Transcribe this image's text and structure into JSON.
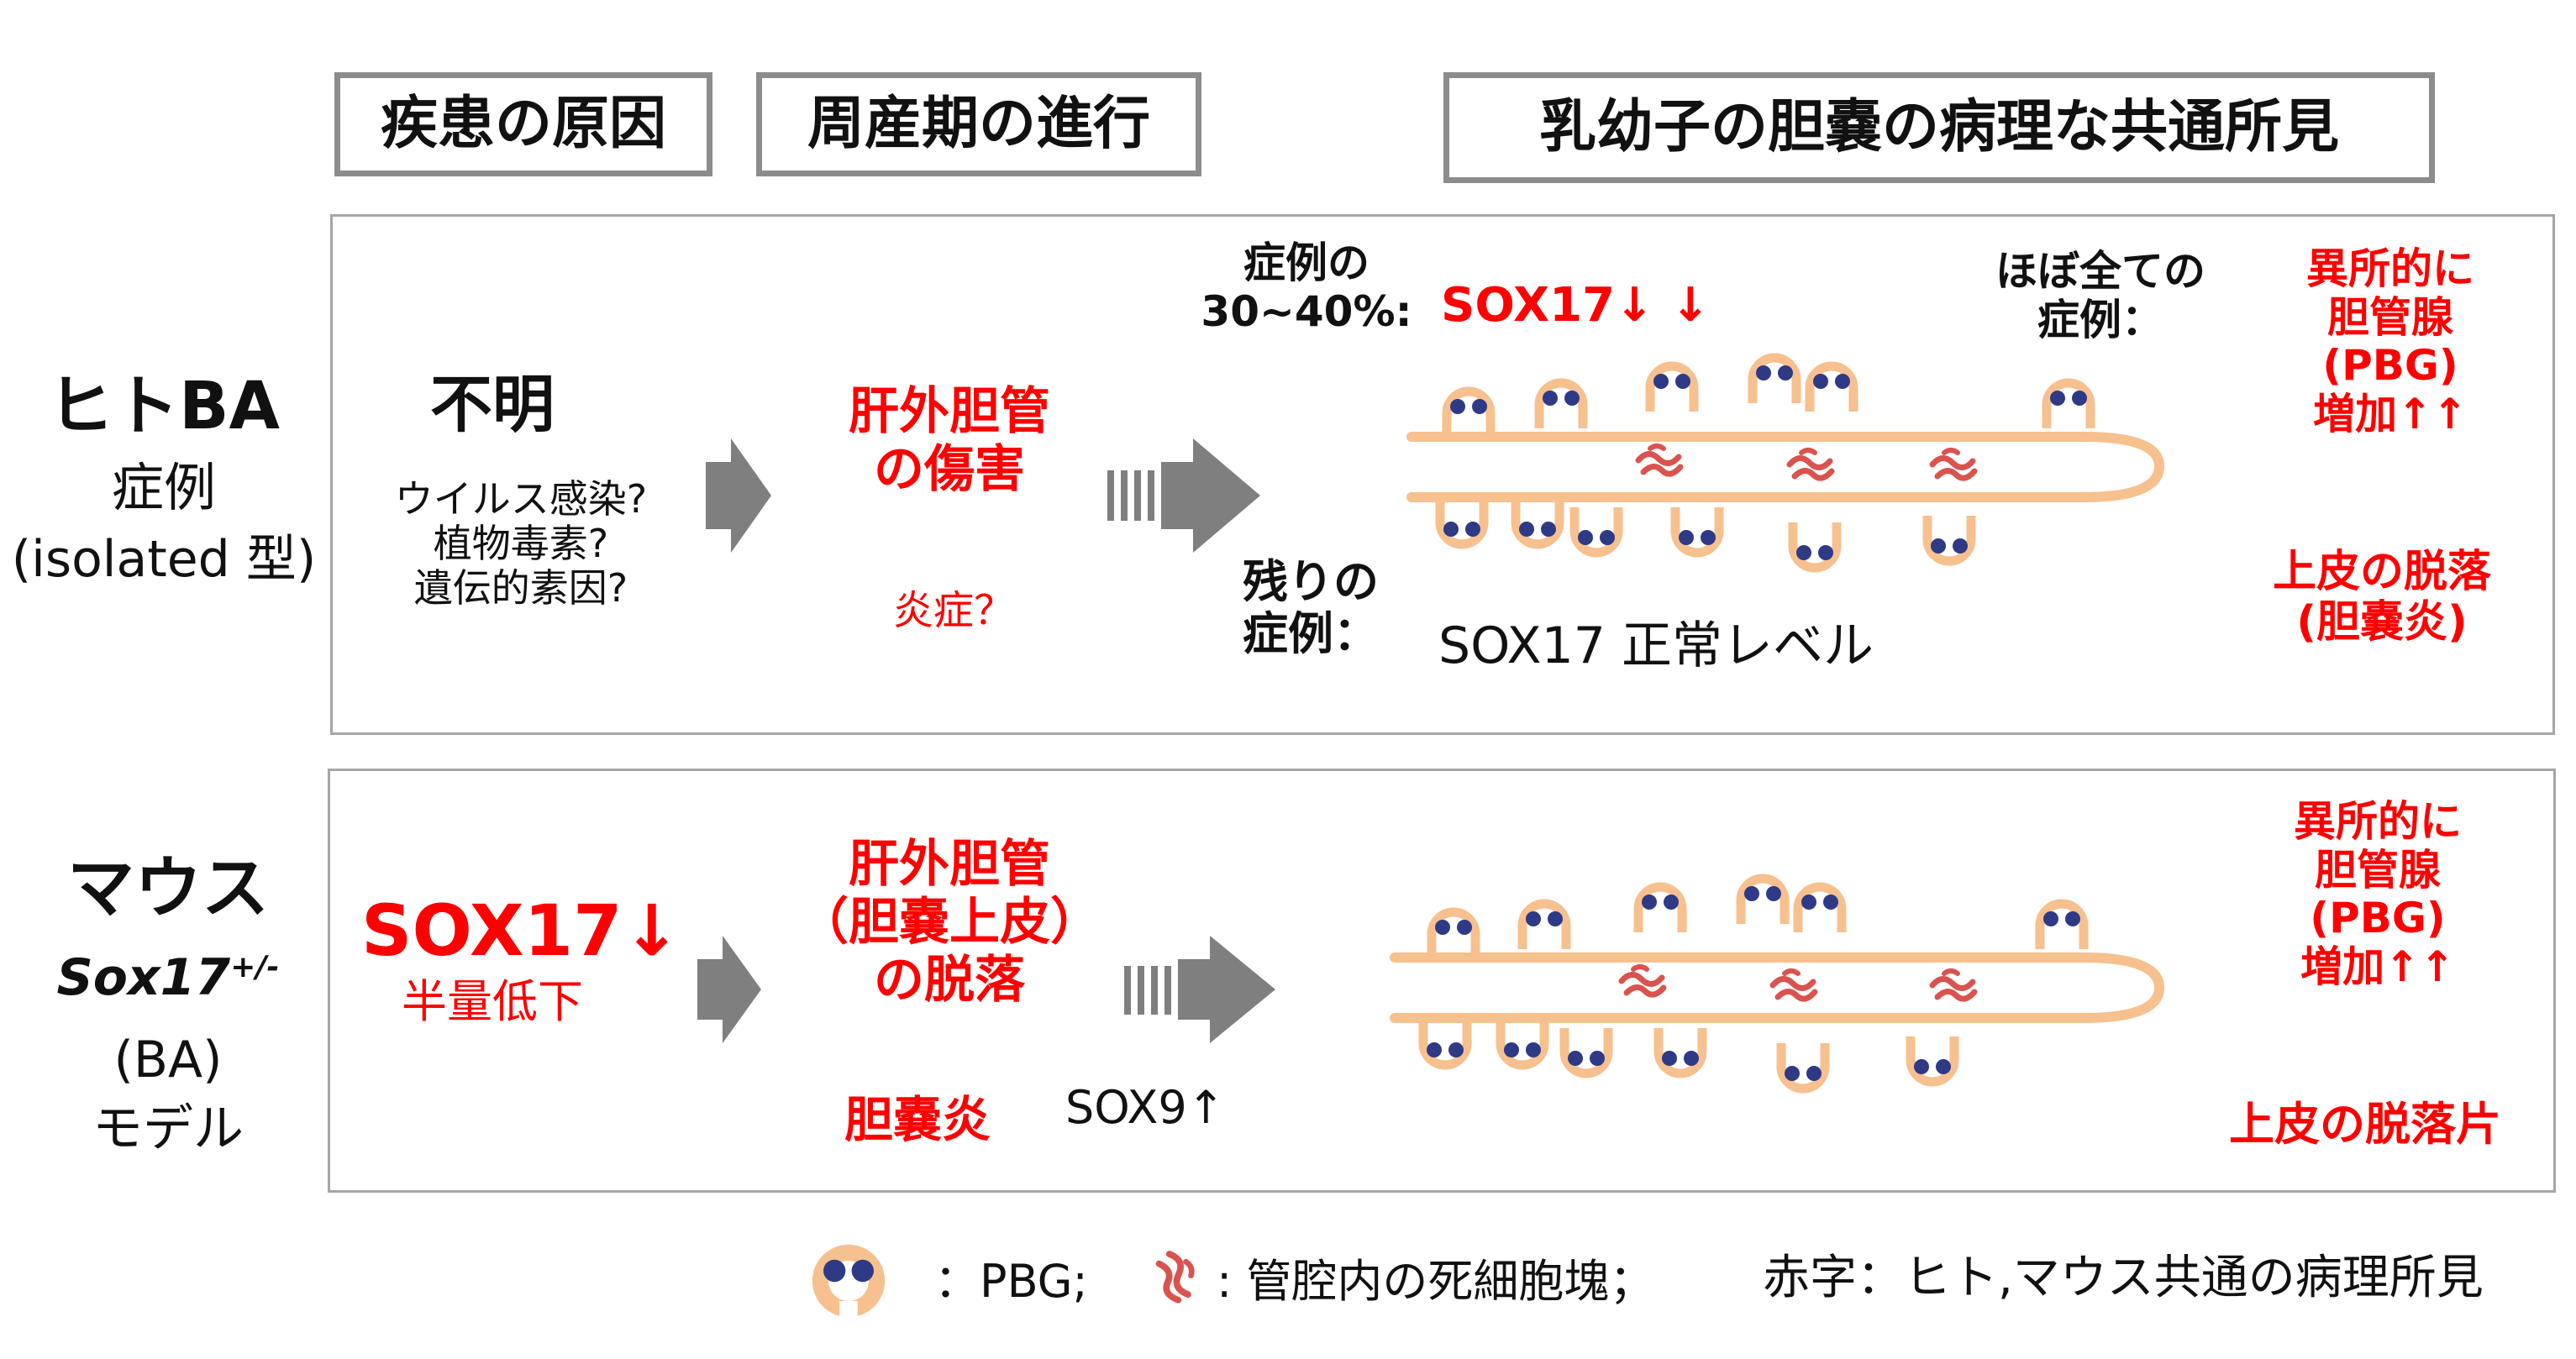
{
  "headers": {
    "cause": "疾患の原因",
    "progression": "周産期の進行",
    "findings": "乳幼子の胆嚢の病理な共通所見"
  },
  "human": {
    "title": "ヒトBA",
    "sub1": "症例",
    "sub2": "(isolated 型)",
    "unknown": "不明",
    "causes": [
      "ウイルス感染?",
      "植物毒素?",
      "遺伝的素因?"
    ],
    "injury": [
      "肝外胆管",
      "の傷害"
    ],
    "inflammation": "炎症？",
    "cases_pct_label": [
      "症例の",
      "30~40%:"
    ],
    "sox17_down": "SOX17↓ ↓",
    "rest_label": [
      "残りの",
      "症例："
    ],
    "sox17_normal": "SOX17 正常レベル",
    "almost_all": [
      "ほぼ全ての",
      "症例："
    ],
    "pbg": [
      "異所的に",
      "胆管腺",
      "(PBG)",
      "増加↑↑"
    ],
    "sloughing": [
      "上皮の脱落",
      "(胆嚢炎)"
    ]
  },
  "mouse": {
    "title": "マウス",
    "model": "Sox17",
    "model_sup": "+/-",
    "sub1": "(BA)",
    "sub2": "モデル",
    "sox17_down": "SOX17↓",
    "haplo": "半量低下",
    "sloughing": [
      "肝外胆管",
      "（胆嚢上皮）",
      "の脱落"
    ],
    "cholecystitis": "胆嚢炎",
    "sox9": "SOX9↑",
    "pbg": [
      "異所的に",
      "胆管腺",
      "(PBG)",
      "増加↑↑"
    ],
    "fragments": "上皮の脱落片"
  },
  "legend": {
    "pbg": "：PBG;",
    "debris": ": 管腔内の死細胞塊；",
    "red_note": "赤字：ヒト,マウス共通の病理所見"
  },
  "colors": {
    "red": "#ff0000",
    "duct": "#f7c08f",
    "pbg_cell": "#2e3a86",
    "debris": "#d9534f",
    "arrow": "#7f7f7f",
    "box_border": "#8c8c8c"
  },
  "icons": [
    "pbg-icon",
    "debris-icon",
    "arrow-right-icon"
  ]
}
